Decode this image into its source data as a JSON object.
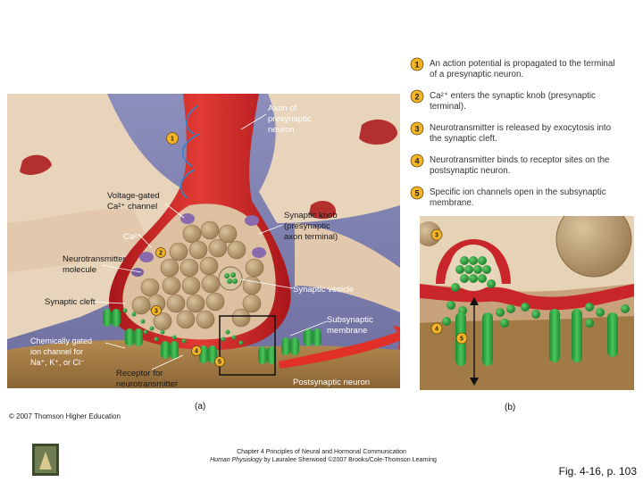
{
  "steps": [
    {
      "num": "1",
      "lines": [
        "An action potential is propagated to the terminal",
        "of a presynaptic neuron."
      ]
    },
    {
      "num": "2",
      "lines": [
        "Ca²⁺ enters the synaptic knob (presynaptic",
        "terminal)."
      ]
    },
    {
      "num": "3",
      "lines": [
        "Neurotransmitter is released by exocytosis into",
        "the synaptic cleft."
      ]
    },
    {
      "num": "4",
      "lines": [
        "Neurotransmitter binds to receptor sites on the",
        "postsynaptic neuron."
      ]
    },
    {
      "num": "5",
      "lines": [
        "Specific ion channels open in the subsynaptic",
        "membrane."
      ]
    }
  ],
  "labels": {
    "axon": [
      "Axon of",
      "presynaptic",
      "neuron"
    ],
    "vgc": [
      "Voltage-gated",
      "Ca²⁺ channel"
    ],
    "ca": "Ca²⁺",
    "nt_molecule": [
      "Neurotransmitter",
      "molecule"
    ],
    "synaptic_knob": [
      "Synaptic knob",
      "(presynaptic",
      "axon terminal)"
    ],
    "synaptic_cleft": "Synaptic cleft",
    "synaptic_vesicle": "Synaptic vesicle",
    "subsynaptic": [
      "Subsynaptic",
      "membrane"
    ],
    "chem_gated": [
      "Chemically gated",
      "ion channel for",
      "Na⁺, K⁺, or Cl⁻"
    ],
    "receptor": [
      "Receptor for",
      "neurotransmitter"
    ],
    "postsynaptic": "Postsynaptic neuron"
  },
  "panel_labels": {
    "a": "(a)",
    "b": "(b)"
  },
  "copyright": "© 2007 Thomson Higher Education",
  "footer": {
    "line1": "Chapter 4 Principles of Neural and Hormonal Communication",
    "line2_italic": "Human Physiology",
    "line2_rest": " by Lauralee Sherwood ©2007 Brooks/Cole-Thomson Learning"
  },
  "fig_ref": "Fig. 4-16, p. 103",
  "colors": {
    "background": "#7d7fb0",
    "neuron_tan": "#e8d3bb",
    "axon_red": "#c81e22",
    "postsynaptic_brown": "#a27a45",
    "vesicle_tan": "#b89a6f",
    "nt_green": "#2e9a3c",
    "channel_purple": "#8a6aac",
    "step_circle": "#f4b428"
  }
}
